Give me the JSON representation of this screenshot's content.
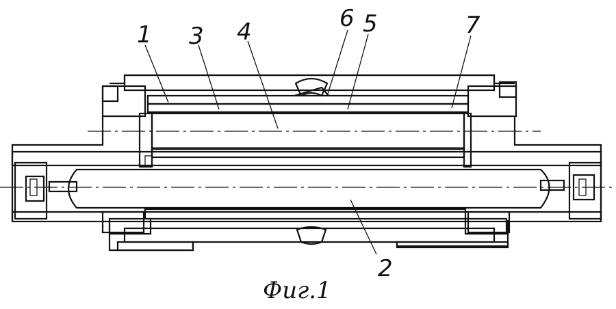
{
  "figure": {
    "caption": "Фиг.1",
    "labels": [
      {
        "id": "1",
        "text": "1"
      },
      {
        "id": "3",
        "text": "3"
      },
      {
        "id": "4",
        "text": "4"
      },
      {
        "id": "6",
        "text": "6"
      },
      {
        "id": "5",
        "text": "5"
      },
      {
        "id": "7",
        "text": "7"
      },
      {
        "id": "2",
        "text": "2"
      }
    ]
  }
}
